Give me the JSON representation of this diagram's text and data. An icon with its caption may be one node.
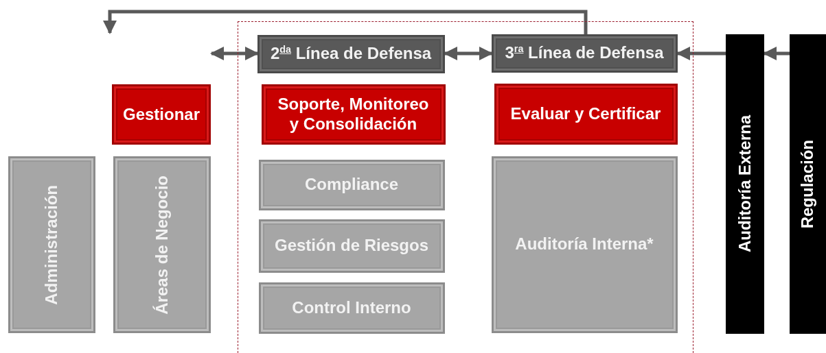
{
  "diagram": {
    "nodes": [
      {
        "text": [],
        "shape": "box"
      },
      {
        "text": [
          "2$^{da}$ Línea de Defensa"
        ],
        "in": 0
      },
      {
        "text": [
          "3$^{ra}$ Línea de Defensa"
        ],
        "in": 0
      },
      {
        "text": [
          "Gestionar"
        ]
      },
      {
        "text": [
          "Soporte, Monitoreo y Consolidación"
        ],
        "in": 0
      },
      {
        "text": [
          "Evaluar y Certificar"
        ],
        "in": 0
      },
      {
        "text": [
          "Administración"
        ]
      },
      {
        "text": [
          "Áreas de Negocio"
        ]
      },
      {
        "text": [
          "Compliance"
        ],
        "in": 0
      },
      {
        "text": [
          "Gestión de Riesgos"
        ],
        "in": 0
      },
      {
        "text": [
          "Control Interno"
        ],
        "in": 0
      },
      {
        "text": [
          "Auditoría Interna*"
        ],
        "in": 0
      },
      {
        "text": [
          "Auditoría Externa"
        ]
      },
      {
        "text": [
          "Regulación"
        ]
      }
    ],
    "edges": [
      {
        "from": 2,
        "to": null,
        "arrow": "to"
      },
      {
        "from": null,
        "to": 1,
        "arrow": "both"
      },
      {
        "from": 1,
        "to": 2,
        "arrow": "both"
      },
      {
        "from": 12,
        "to": 2,
        "arrow": "to"
      },
      {
        "from": 13,
        "to": 12,
        "arrow": "to"
      }
    ]
  }
}
